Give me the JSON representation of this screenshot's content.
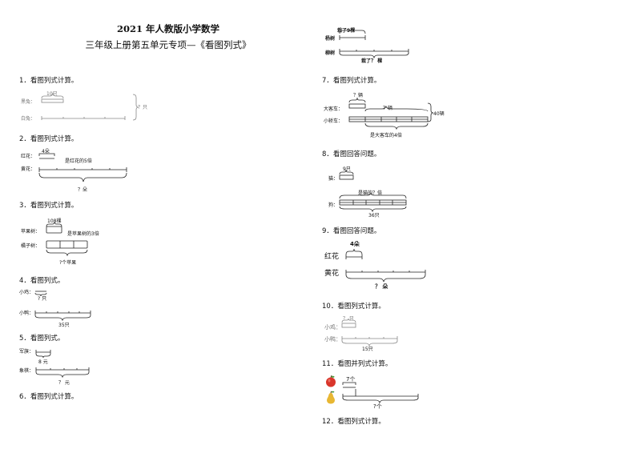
{
  "title": {
    "line1": "2021 年人教版小学数学",
    "line2": "三年级上册第五单元专项—《看图列式》"
  },
  "questions": {
    "q1": "1．看图列式计算。",
    "q2": "2．看图列式计算。",
    "q3": "3．看图列式计算。",
    "q4": "4．看图列式。",
    "q5": "5．看图列式。",
    "q6": "6．看图列式计算。",
    "q7": "7．看图列式计算。",
    "q8": "8．看图回答问题。",
    "q9": "9．看图回答问题。",
    "q10": "10．看图列式计算。",
    "q11": "11．看图并列式计算。",
    "q12": "12．看图列式计算。"
  },
  "diagrams": {
    "top": {
      "label_a": "杨树",
      "label_b": "柳树",
      "top_value": "栽了9棵",
      "bottom_value": "栽了？ 棵"
    },
    "d1": {
      "label_a": "黑兔：",
      "label_b": "白兔：",
      "top_value": "10只",
      "total": "？只"
    },
    "d2": {
      "label_a": "红花：",
      "label_b": "黄花：",
      "top_value": "4朵",
      "relation": "是红花的5倍",
      "total": "？朵"
    },
    "d3": {
      "label_a": "苹果树：",
      "label_b": "橘子树：",
      "top_value": "108棵",
      "relation": "是苹果树的3倍",
      "total": "?个苹果"
    },
    "d4": {
      "label_a": "小鸡：",
      "label_b": "小鸭：",
      "top_value": "? 只",
      "total": "35只"
    },
    "d5": {
      "label_a": "军旗：",
      "label_b": "象棋：",
      "top_value": "8 元",
      "total": "？ 元"
    },
    "d7": {
      "label_a": "大客车：",
      "label_b": "小轿车：",
      "top_value": "？辆",
      "mid_value": "？辆",
      "side_total": "40辆",
      "relation": "是大客车的4倍"
    },
    "d8": {
      "label_a": "猫：",
      "label_b": "狗：",
      "top_value": "9只",
      "relation": "是猫的？倍",
      "total": "36只"
    },
    "d9": {
      "label_a": "红花",
      "label_b": "黄花",
      "top_value": "4朵",
      "total": "？ 朵"
    },
    "d10": {
      "label_a": "小鸡：",
      "label_b": "小鸭：",
      "top_value": "？ 只",
      "total": "15只"
    },
    "d11": {
      "top_value": "7个",
      "total": "?个",
      "icon_a": "apple-icon",
      "icon_b": "pear-icon"
    }
  },
  "colors": {
    "apple": "#d9362b",
    "pear": "#e8b733",
    "leaf": "#4a9a3a"
  }
}
